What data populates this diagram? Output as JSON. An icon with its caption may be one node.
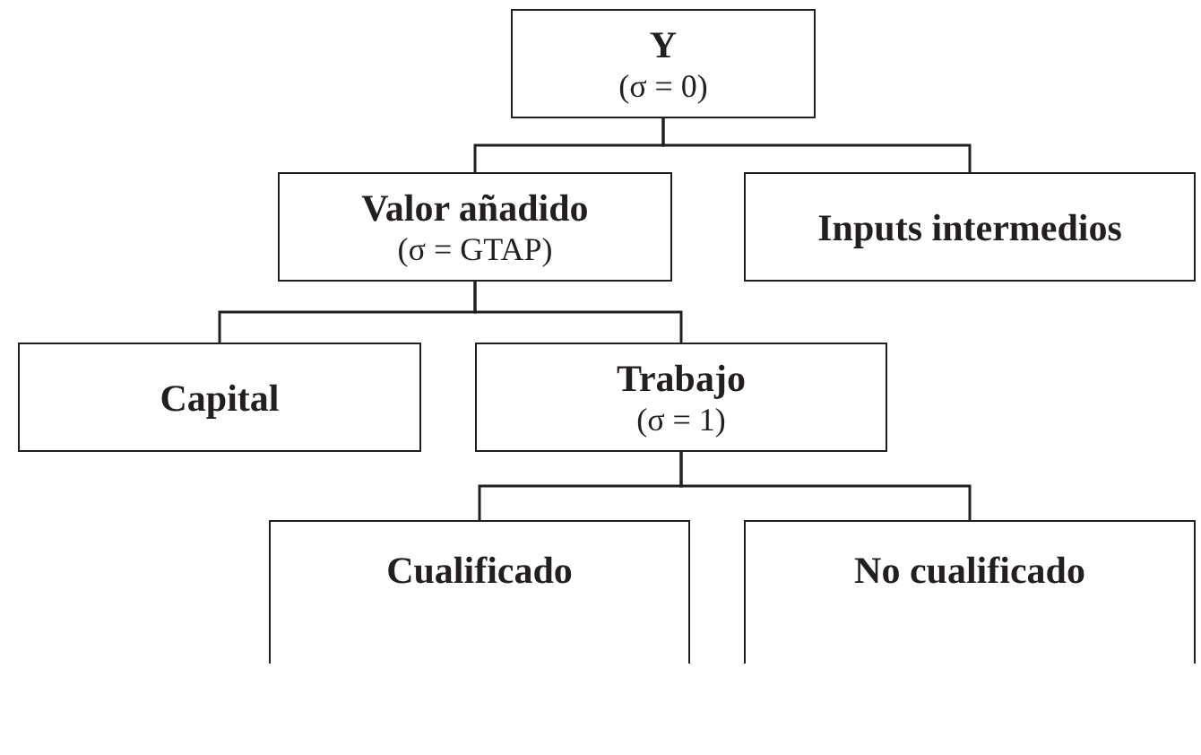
{
  "diagram": {
    "nodes": [
      {
        "text": [
          "Y",
          "(σ = 0)"
        ]
      },
      {
        "text": [
          "Valor añadido",
          "(σ = GTAP)"
        ]
      },
      {
        "text": [
          "Inputs intermedios"
        ]
      },
      {
        "text": [
          "Capital"
        ]
      },
      {
        "text": [
          "Trabajo",
          "(σ = 1)"
        ]
      },
      {
        "text": [
          "Cualificado"
        ]
      },
      {
        "text": [
          "No cualificado"
        ]
      }
    ],
    "edges": [
      {
        "from": 0,
        "to": 1,
        "arrow": "none"
      },
      {
        "from": 0,
        "to": 2,
        "arrow": "none"
      },
      {
        "from": 1,
        "to": 3,
        "arrow": "none"
      },
      {
        "from": 1,
        "to": 4,
        "arrow": "none"
      },
      {
        "from": 4,
        "to": 5,
        "arrow": "none"
      },
      {
        "from": 4,
        "to": 6,
        "arrow": "none"
      }
    ]
  }
}
